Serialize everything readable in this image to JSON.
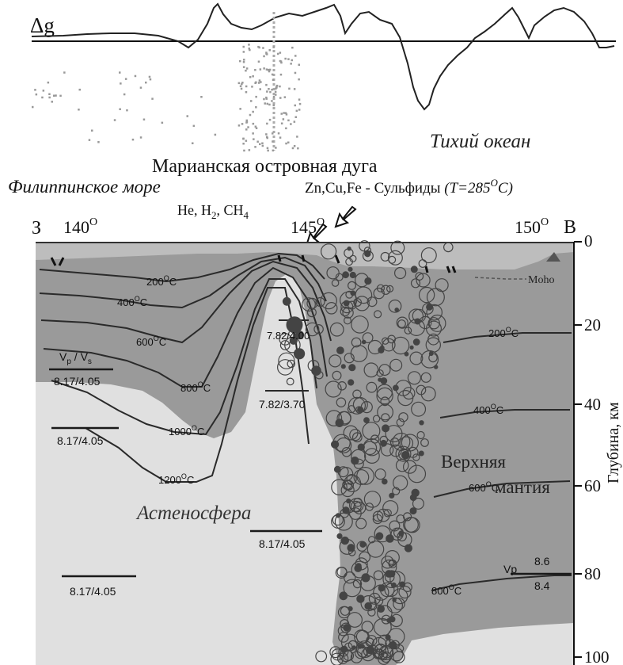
{
  "gravity": {
    "symbol": "Δg"
  },
  "labels": {
    "pacific_ocean": "Тихий океан",
    "mariana_arc": "Марианская островная дуга",
    "philippine_sea": "Филиппинское море",
    "sulfides_prefix": "Zn,Cu,Fe - Сульфиды ",
    "sulfides_temp_open": "(T=285",
    "sulfides_temp_sup": "O",
    "sulfides_temp_close": "C)",
    "gases_he": "He, H",
    "gases_h_sub": "2",
    "gases_sep": ", CH",
    "gases_ch_sub": "4",
    "west": "З",
    "east": "В",
    "moho": "Moho",
    "asthenosphere": "Астеносфера",
    "upper_mantle_1": "Верхняя",
    "upper_mantle_2": "мантия",
    "depth_axis": "Глубина, км"
  },
  "longitude_ticks": [
    {
      "value": "140",
      "sup": "O"
    },
    {
      "value": "145",
      "sup": "O"
    },
    {
      "value": "150",
      "sup": "O"
    }
  ],
  "depth_ticks": [
    "0",
    "20",
    "40",
    "60",
    "80",
    "100"
  ],
  "isotherms": [
    {
      "value": "200",
      "sup": "O",
      "unit": "C"
    },
    {
      "value": "400",
      "sup": "O",
      "unit": "C"
    },
    {
      "value": "600",
      "sup": "O",
      "unit": "C"
    },
    {
      "value": "800",
      "sup": "O",
      "unit": "C"
    },
    {
      "value": "1000",
      "sup": "O",
      "unit": "C"
    },
    {
      "value": "1200",
      "sup": "O",
      "unit": "C"
    },
    {
      "value": "200",
      "sup": "O",
      "unit": "C"
    },
    {
      "value": "400",
      "sup": "O",
      "unit": "C"
    },
    {
      "value": "600",
      "sup": "O",
      "unit": "C"
    },
    {
      "value": "800",
      "sup": "O",
      "unit": "C"
    }
  ],
  "velocity_header": {
    "vp": "V",
    "vp_sub": "p",
    "sep": " / ",
    "vs": "V",
    "vs_sub": "s"
  },
  "velocities": [
    "8.17/4.05",
    "8.17/4.05",
    "7.82/4.00",
    "7.82/3.70",
    "8.17/4.05",
    "8.17/4.05"
  ],
  "vp_scale": {
    "label": "Vp",
    "top": "8.6",
    "bottom": "8.4"
  },
  "colors": {
    "lithosphere": "#9a9a9a",
    "asthenosphere": "#e0e0e0",
    "crust": "#bdbdbd",
    "lines": "#2a2a2a"
  }
}
